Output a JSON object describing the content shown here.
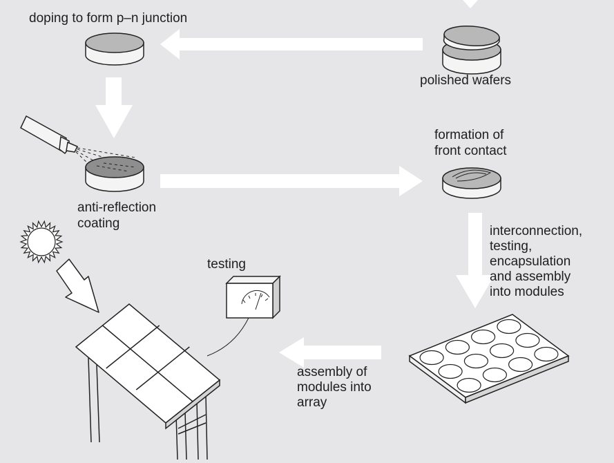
{
  "steps": {
    "doping": "doping to form p–n junction",
    "polished": "polished wafers",
    "antireflection": [
      "anti-reflection",
      "coating"
    ],
    "front_contact": [
      "formation of",
      "front contact"
    ],
    "interconnection": [
      "interconnection,",
      "testing,",
      "encapsulation",
      "and assembly",
      "into modules"
    ],
    "testing": "testing",
    "array": [
      "assembly of",
      "modules into",
      "array"
    ]
  },
  "colors": {
    "background": "#e6e6e8",
    "arrow": "#ffffff",
    "wafer_top": "#b8b8b8",
    "wafer_side": "#f4f4f4",
    "line": "#222222"
  },
  "icons": [
    "wafer-icon",
    "spray-nozzle-icon",
    "sun-icon",
    "testing-meter-icon",
    "solar-array-icon",
    "module-panel-icon"
  ]
}
